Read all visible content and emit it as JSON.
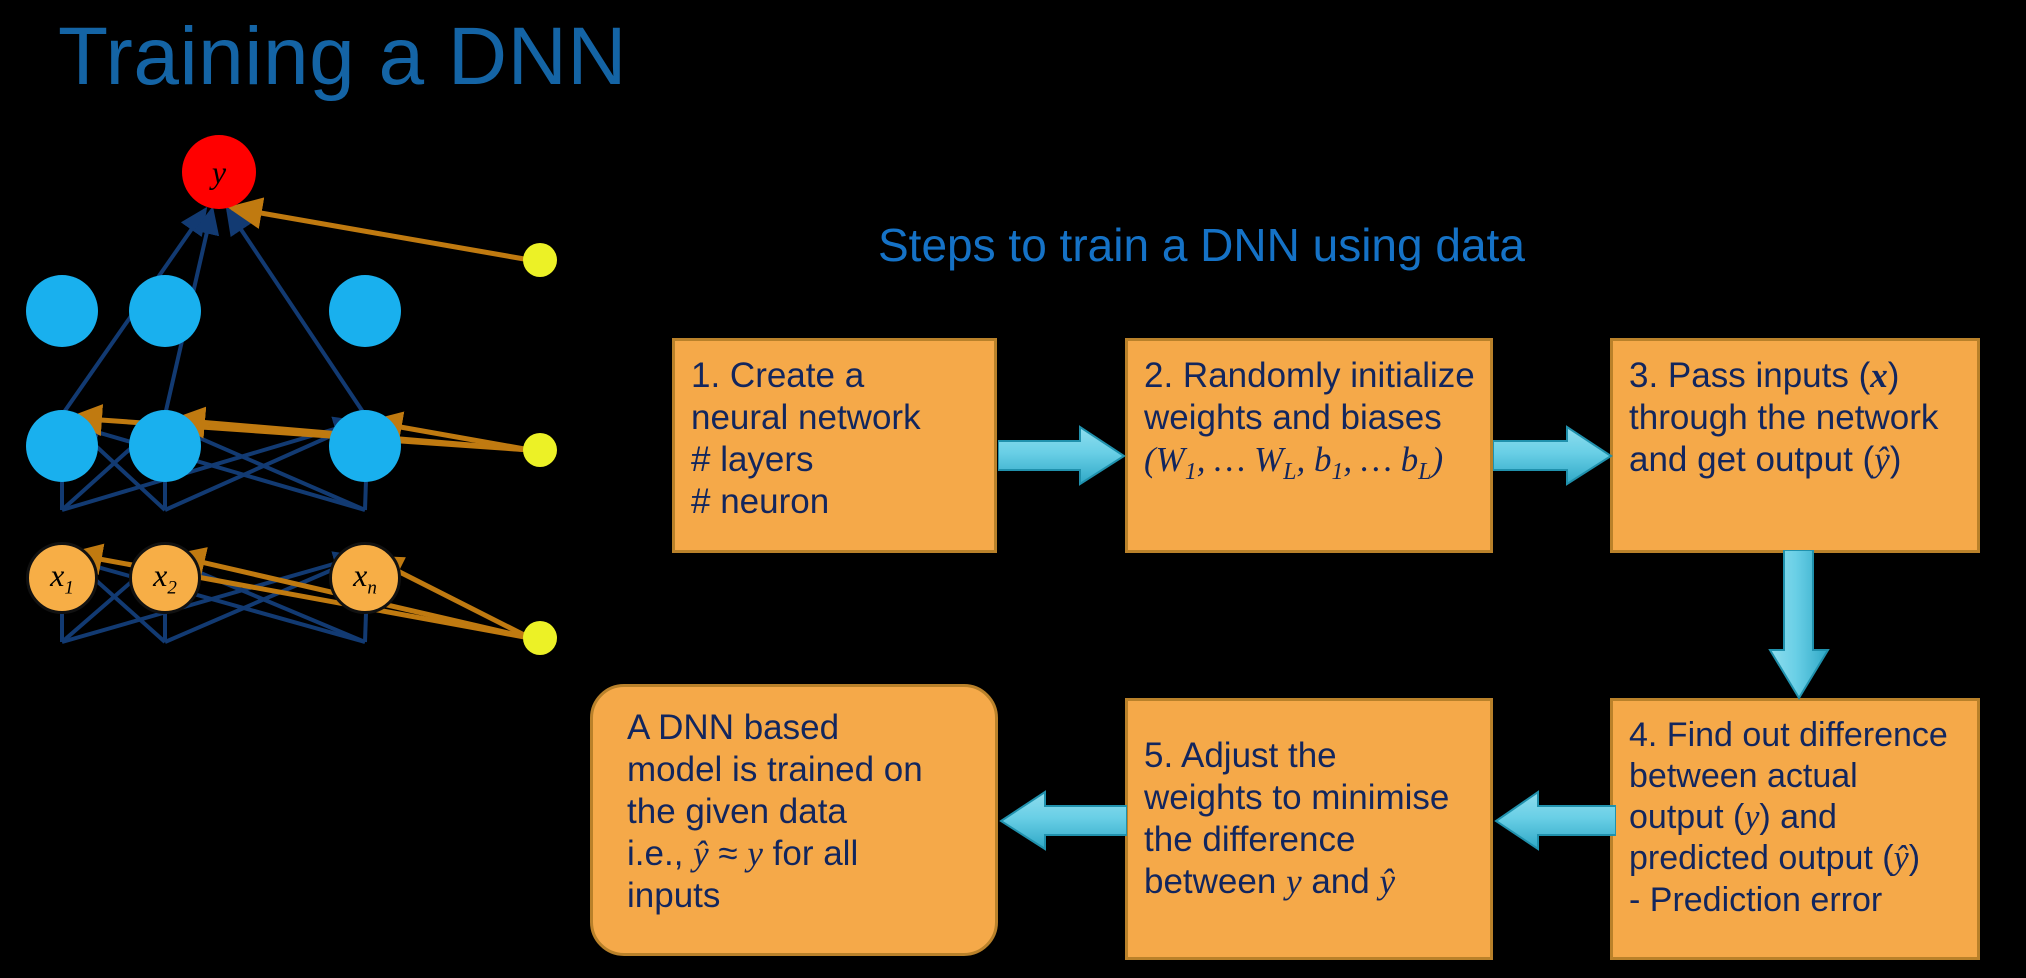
{
  "slide": {
    "title": "Training a DNN",
    "subtitle": "Steps to train a DNN using data",
    "background": "#000000",
    "title_color": "#1464A5",
    "subtitle_color": "#1572C6"
  },
  "network": {
    "output_node_label": "y",
    "output_node_color": "#FF0000",
    "hidden_node_color": "#19B0EE",
    "input_node_color": "#F7AE46",
    "bias_node_color": "#ECF126",
    "forward_edge_color": "#123A72",
    "backward_edge_color": "#C07A10",
    "input_labels": [
      "x",
      "x",
      "x"
    ],
    "input_subscripts": [
      "1",
      "2",
      "n"
    ],
    "hidden_layer_count": 2,
    "nodes_per_hidden_layer": 3,
    "bias_node_count": 3
  },
  "flow": {
    "box_fill": "#F5A949",
    "box_border": "#B9812A",
    "box_text_color": "#12265E",
    "arrow_color": "#4EC3DD",
    "steps": [
      {
        "id": "step-1",
        "lines": [
          "1. Create a",
          "neural network",
          "# layers",
          "# neuron"
        ]
      },
      {
        "id": "step-2",
        "lines": [
          "2. Randomly initialize",
          "weights and biases",
          "(W₁, … Wₗ, b₁, … bₗ)"
        ],
        "math_line": "(W1, ... WL, b1, ... bL)"
      },
      {
        "id": "step-3",
        "lines": [
          "3. Pass inputs (x)",
          "through the network",
          "and get output (ŷ)"
        ]
      },
      {
        "id": "step-4",
        "lines": [
          "4. Find out difference",
          "between actual",
          "output (y) and",
          "predicted output (ŷ)",
          "- Prediction error"
        ]
      },
      {
        "id": "step-5",
        "lines": [
          "5. Adjust the",
          "weights to minimise",
          "the difference",
          "between y and ŷ"
        ]
      },
      {
        "id": "result",
        "lines": [
          "A DNN based",
          "model is trained on",
          "the given data",
          "i.e., ŷ ≈ y for all",
          "inputs"
        ]
      }
    ],
    "connectors": [
      {
        "name": "arrow-step1-to-step2",
        "direction": "right"
      },
      {
        "name": "arrow-step2-to-step3",
        "direction": "right"
      },
      {
        "name": "arrow-step3-to-step4",
        "direction": "down"
      },
      {
        "name": "arrow-step4-to-step5",
        "direction": "left"
      },
      {
        "name": "arrow-step5-to-result",
        "direction": "left"
      }
    ]
  }
}
